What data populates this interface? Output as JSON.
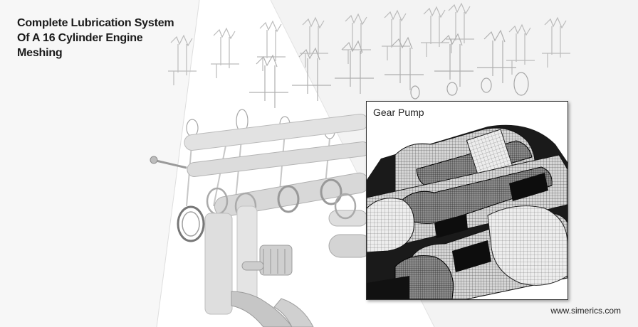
{
  "title": {
    "line1": "Complete Lubrication System",
    "line2": "Of A 16 Cylinder Engine",
    "line3": "Meshing"
  },
  "inset": {
    "label": "Gear Pump"
  },
  "footer": {
    "url": "www.simerics.com"
  }
}
